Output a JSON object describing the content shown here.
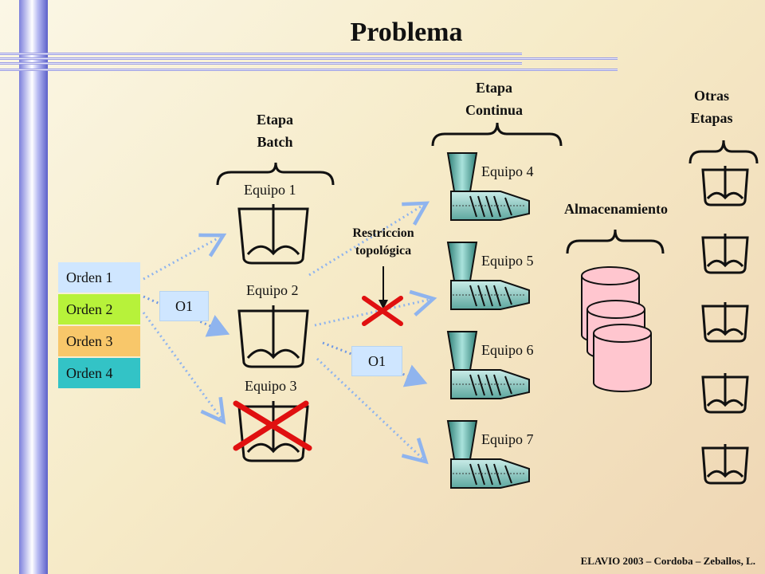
{
  "title": "Problema",
  "stages": {
    "batch": "Etapa Batch",
    "continua": "Etapa Continua",
    "otras": "Otras Etapas",
    "almacenamiento": "Almacenamiento"
  },
  "equipment": {
    "e1": "Equipo 1",
    "e2": "Equipo 2",
    "e3": "Equipo 3",
    "e4": "Equipo 4",
    "e5": "Equipo 5",
    "e6": "Equipo 6",
    "e7": "Equipo 7"
  },
  "orders": [
    {
      "label": "Orden 1",
      "color": "#cfe6ff"
    },
    {
      "label": "Orden 2",
      "color": "#b7f23a"
    },
    {
      "label": "Orden 3",
      "color": "#f8c76a"
    },
    {
      "label": "Orden 4",
      "color": "#33c3c6"
    }
  ],
  "o1_batch": "O1",
  "o1_continua": "O1",
  "restriction": "Restriccion topológica",
  "footer": "ELAVIO 2003 – Cordoba – Zeballos,  L.",
  "colors": {
    "cross": "#e01010",
    "arrow": "#8fb4ee",
    "tank": "#ffc6cf",
    "cone": "#6fbfb6"
  }
}
